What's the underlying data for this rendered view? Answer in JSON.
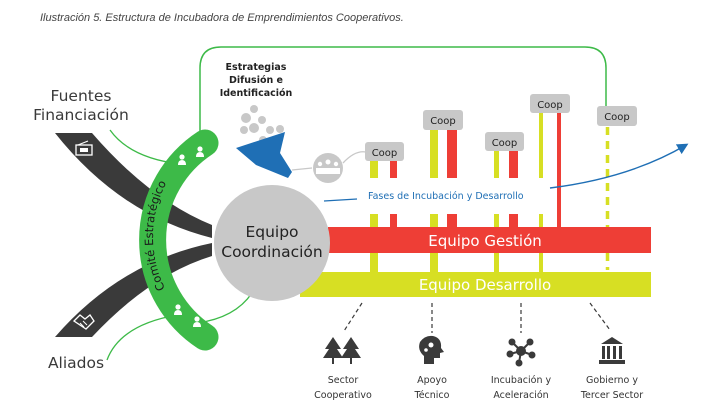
{
  "caption": "Ilustración 5. Estructura de Incubadora de Emprendimientos Cooperativos.",
  "colors": {
    "green": "#3dba48",
    "dark": "#3a3a3a",
    "gray": "#c8c8c8",
    "red": "#ee3e36",
    "yellow": "#d7df23",
    "blue": "#1f6fb5"
  },
  "left": {
    "fuentes": [
      "Fuentes",
      "Financiación"
    ],
    "aliados": "Aliados",
    "comite": "Comité Estratégico",
    "fuentes_icon": "money-icon",
    "aliados_icon": "handshake-icon"
  },
  "strategy": [
    "Estrategias",
    "Difusión e",
    "Identificación"
  ],
  "center": [
    "Equipo",
    "Coordinación"
  ],
  "fases": "Fases de Incubación y Desarrollo",
  "coops": [
    "Coop",
    "Coop",
    "Coop",
    "Coop",
    "Coop"
  ],
  "bars": {
    "gestion": "Equipo Gestión",
    "desarrollo": "Equipo Desarrollo"
  },
  "bottom": [
    {
      "icon": "trees-icon",
      "lines": [
        "Sector",
        "Cooperativo"
      ]
    },
    {
      "icon": "head-gears-icon",
      "lines": [
        "Apoyo",
        "Técnico"
      ]
    },
    {
      "icon": "network-icon",
      "lines": [
        "Incubación y",
        "Aceleración"
      ]
    },
    {
      "icon": "government-building-icon",
      "lines": [
        "Gobierno y",
        "Tercer Sector"
      ]
    }
  ]
}
